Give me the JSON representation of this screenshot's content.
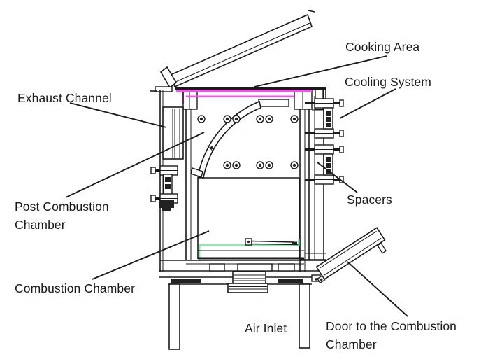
{
  "figure": {
    "type": "technical-cross-section-diagram",
    "subject": "cook stove"
  },
  "colors": {
    "line": "#1b1b1b",
    "text": "#1a1a1a",
    "cooking_surface_highlight": "#fa4ff0",
    "cooking_surface_edge": "#5a2a5e",
    "ember_bed_highlight": "#8fe8b4",
    "background": "#ffffff"
  },
  "labels": {
    "exhaust_channel": {
      "text": "Exhaust Channel"
    },
    "cooking_area": {
      "text": "Cooking Area"
    },
    "cooling_system": {
      "text": "Cooling System"
    },
    "post_combustion": {
      "text": "Post Combustion Chamber"
    },
    "spacers": {
      "text": "Spacers"
    },
    "combustion_chamber": {
      "text": "Combustion Chamber"
    },
    "air_inlet": {
      "text": "Air Inlet"
    },
    "door": {
      "text": "Door to the Combustion Chamber"
    }
  }
}
